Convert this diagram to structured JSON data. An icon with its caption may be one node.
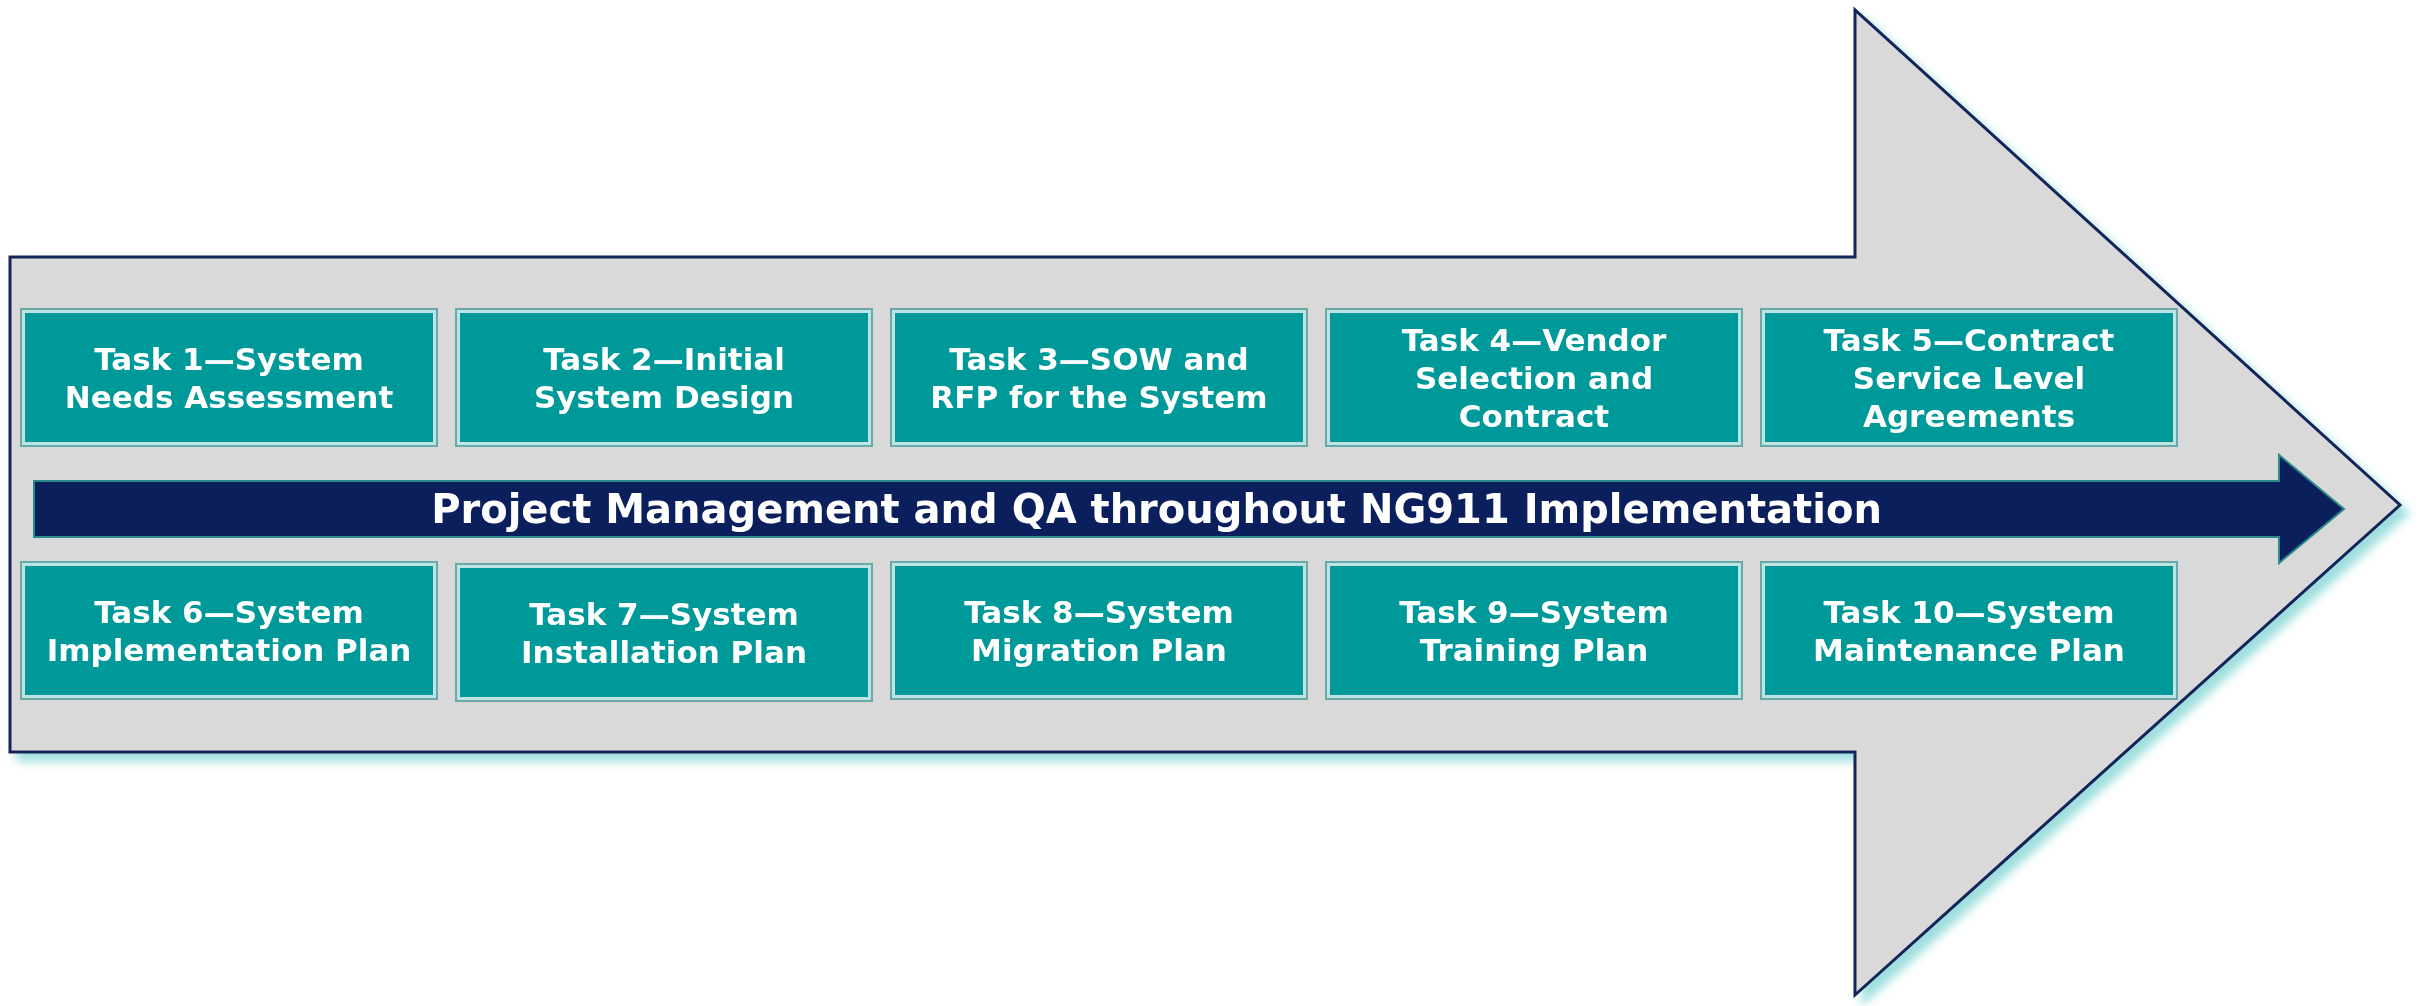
{
  "diagram": {
    "nodes": [
      {
        "text": [],
        "shape": "arrow"
      },
      {
        "text": [
          "Task 1—System Needs Assessment"
        ],
        "in": 0
      },
      {
        "text": [
          "Task 2—Initial System Design"
        ],
        "in": 0
      },
      {
        "text": [
          "Task 3—SOW and RFP for the System"
        ],
        "in": 0
      },
      {
        "text": [
          "Task 4—Vendor Selection and Contract"
        ],
        "in": 0
      },
      {
        "text": [
          "Task 5—Contract Service Level Agreements"
        ],
        "in": 0
      },
      {
        "text": [
          "Project Management and QA throughout NG911 Implementation"
        ],
        "in": 0
      },
      {
        "text": [
          "Task 6—System Implementation Plan"
        ],
        "in": 0
      },
      {
        "text": [
          "Task 7—System Installation Plan"
        ],
        "in": 0
      },
      {
        "text": [
          "Task 8—System Migration Plan"
        ],
        "in": 0
      },
      {
        "text": [
          "Task 9—System Training Plan"
        ],
        "in": 0
      },
      {
        "text": [
          "Task 10—System Maintenance Plan"
        ],
        "in": 0
      }
    ],
    "edges": []
  }
}
